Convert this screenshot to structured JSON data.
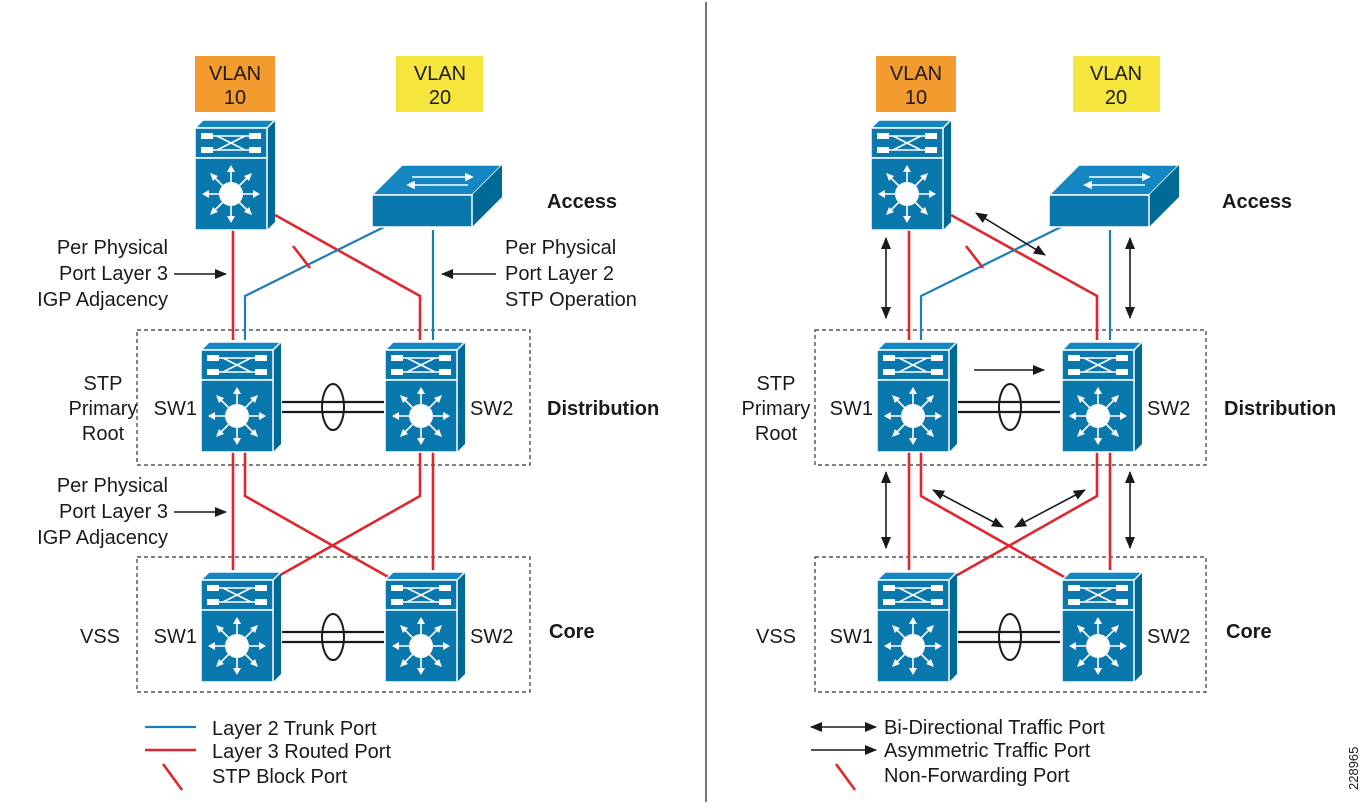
{
  "left": {
    "vlans": [
      {
        "line1": "VLAN",
        "line2": "10",
        "color": "#f39b2f"
      },
      {
        "line1": "VLAN",
        "line2": "20",
        "color": "#f5e53c"
      }
    ],
    "layers": {
      "access": "Access",
      "distribution": "Distribution",
      "core": "Core"
    },
    "annotations": {
      "l3_top": [
        "Per Physical",
        "Port Layer 3",
        "IGP Adjacency"
      ],
      "l2_top": [
        "Per Physical",
        "Port Layer 2",
        "STP Operation"
      ],
      "l3_bottom": [
        "Per Physical",
        "Port Layer 3",
        "IGP Adjacency"
      ],
      "stp_root": [
        "STP",
        "Primary",
        "Root"
      ],
      "vss": "VSS"
    },
    "switch_labels": {
      "dist_sw1": "SW1",
      "dist_sw2": "SW2",
      "core_sw1": "SW1",
      "core_sw2": "SW2"
    },
    "legend": [
      {
        "icon": "layer2-line-icon",
        "label": "Layer 2 Trunk Port",
        "color": "#1e7cb8"
      },
      {
        "icon": "layer3-line-icon",
        "label": "Layer 3 Routed Port",
        "color": "#e0262e"
      },
      {
        "icon": "block-slash-icon",
        "label": "STP Block Port",
        "color": "#e0262e"
      }
    ]
  },
  "right": {
    "vlans": [
      {
        "line1": "VLAN",
        "line2": "10",
        "color": "#f39b2f"
      },
      {
        "line1": "VLAN",
        "line2": "20",
        "color": "#f5e53c"
      }
    ],
    "layers": {
      "access": "Access",
      "distribution": "Distribution",
      "core": "Core"
    },
    "annotations": {
      "stp_root": [
        "STP",
        "Primary",
        "Root"
      ],
      "vss": "VSS"
    },
    "switch_labels": {
      "dist_sw1": "SW1",
      "dist_sw2": "SW2",
      "core_sw1": "SW1",
      "core_sw2": "SW2"
    },
    "legend": [
      {
        "icon": "double-arrow-icon",
        "label": "Bi-Directional Traffic Port"
      },
      {
        "icon": "single-arrow-icon",
        "label": "Asymmetric Traffic Port"
      },
      {
        "icon": "block-slash-icon",
        "label": "Non-Forwarding Port",
        "color": "#e0262e"
      }
    ]
  },
  "figure_id": "228965"
}
